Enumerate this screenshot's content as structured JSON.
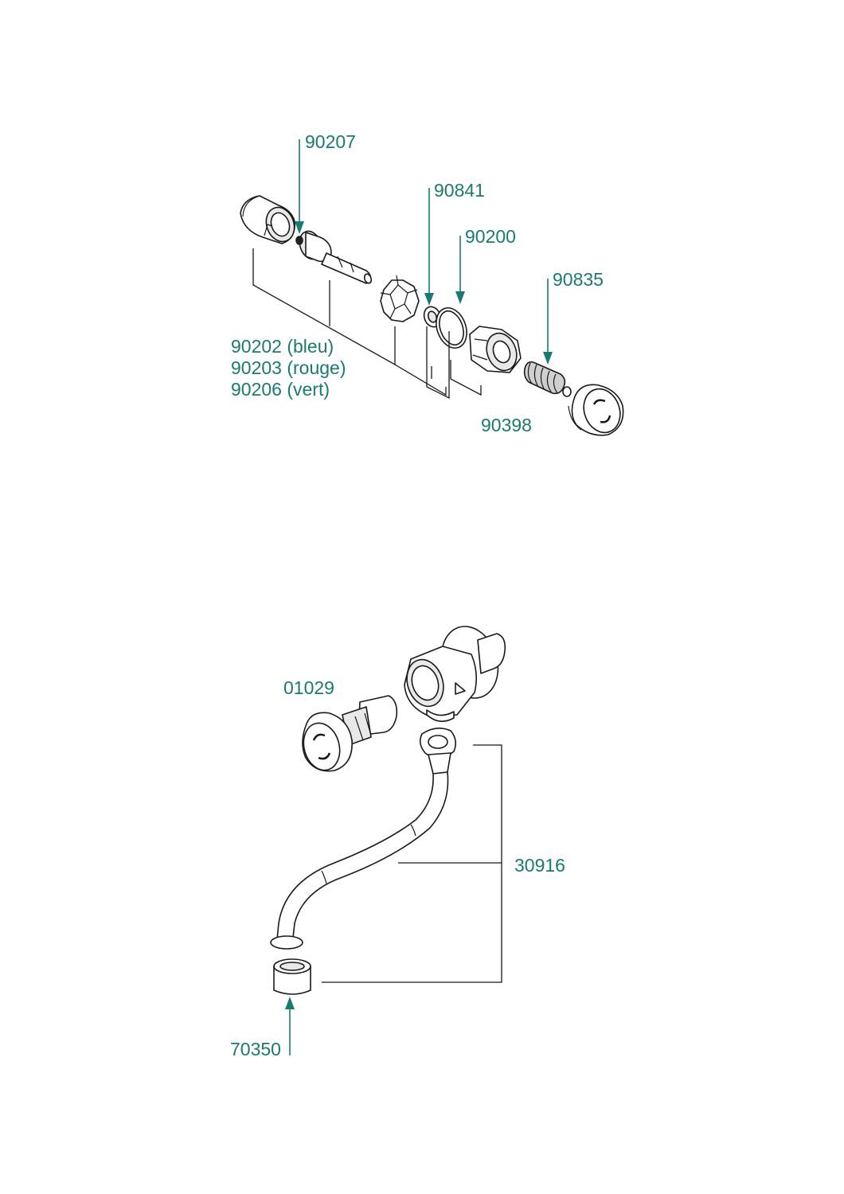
{
  "accent_color": "#1a7a72",
  "upper_assembly": {
    "labels": {
      "p90207": "90207",
      "p90841": "90841",
      "p90200": "90200",
      "p90835": "90835",
      "p90202": "90202 (bleu)",
      "p90203": "90203 (rouge)",
      "p90206": "90206 (vert)",
      "p90398": "90398"
    }
  },
  "lower_assembly": {
    "labels": {
      "p01029": "01029",
      "p30916": "30916",
      "p70350": "70350"
    }
  }
}
